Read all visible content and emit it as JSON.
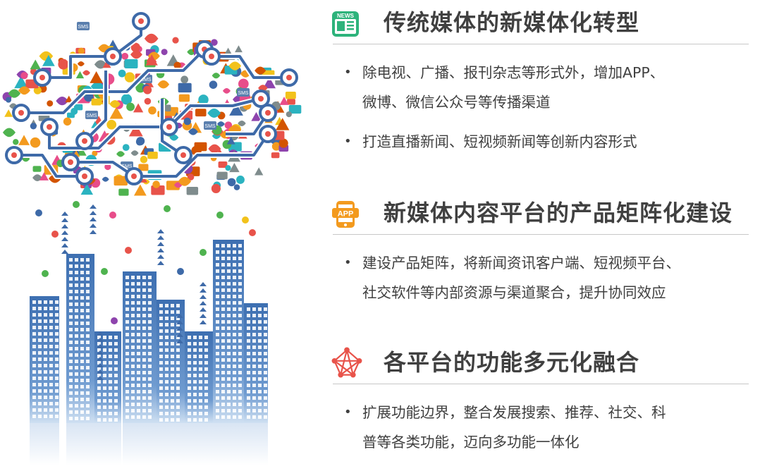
{
  "sections": [
    {
      "title": "传统媒体的新媒体化转型",
      "icon_name": "news-icon",
      "icon_label": "NEWS",
      "bullets": [
        {
          "line1": "除电视、广播、报刊杂志等形式外，增加APP、",
          "line2": "微博、微信公众号等传播渠道"
        },
        {
          "line1": "打造直播新闻、短视频新闻等创新内容形式",
          "line2": ""
        }
      ]
    },
    {
      "title": "新媒体内容平台的产品矩阵化建设",
      "icon_name": "app-phone-icon",
      "icon_label": "APP",
      "bullets": [
        {
          "line1": "建设产品矩阵，将新闻资讯客户端、短视频平台、",
          "line2": "社交软件等内部资源与渠道聚合，提升协同效应"
        }
      ]
    },
    {
      "title": "各平台的功能多元化融合",
      "icon_name": "network-icon",
      "icon_label": "",
      "bullets": [
        {
          "line1": "扩展功能边界，整合发展搜索、推荐、社交、科",
          "line2": "普等各类功能，迈向多功能一体化"
        }
      ]
    }
  ],
  "illustration": {
    "cloud_badge_text": "SMS"
  },
  "colors": {
    "title": "#404040",
    "news_icon": "#2db37b",
    "app_icon": "#f39a1e",
    "network_icon": "#e8534a",
    "building_blue": "#4a7ab8",
    "circuit_blue": "#3e6aa8"
  }
}
